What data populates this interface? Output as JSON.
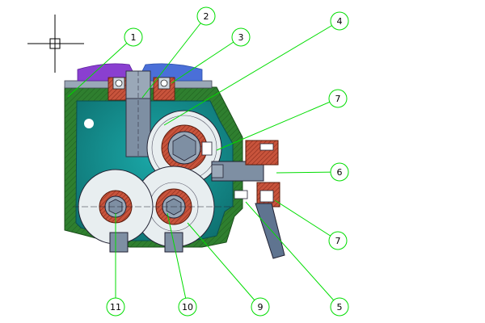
{
  "colors": {
    "leader": "#00dd00",
    "housing": "#2f7f2f",
    "housing_dark": "#1f5f1f",
    "chamber": "#138c8c",
    "chamber_light": "#1aa7a7",
    "gear_face": "#e8eef0",
    "shaft": "#9aa8b8",
    "hub_red": "#c8543c",
    "hub_dark": "#8a2b1b",
    "bolt": "#7e8fa3",
    "top_cover_purple": "#8a3fd0",
    "top_cover_blue": "#4a6fd8"
  },
  "icons": [
    "crosshair-icon"
  ],
  "callouts": [
    {
      "id": "c1",
      "label": "1"
    },
    {
      "id": "c2",
      "label": "2"
    },
    {
      "id": "c3",
      "label": "3"
    },
    {
      "id": "c4",
      "label": "4"
    },
    {
      "id": "c7a",
      "label": "7"
    },
    {
      "id": "c6",
      "label": "6"
    },
    {
      "id": "c7b",
      "label": "7"
    },
    {
      "id": "c5",
      "label": "5"
    },
    {
      "id": "c9",
      "label": "9"
    },
    {
      "id": "c10",
      "label": "10"
    },
    {
      "id": "c11",
      "label": "11"
    }
  ]
}
